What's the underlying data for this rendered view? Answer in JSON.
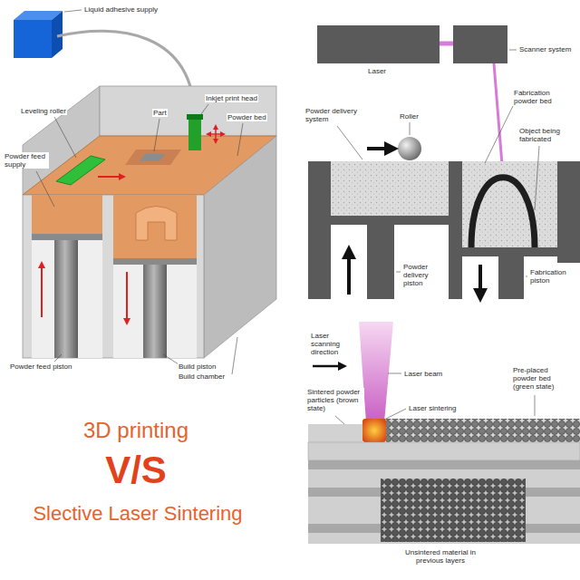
{
  "diagram": {
    "labels": [
      "Liquid adhesive supply",
      "Leveling roller",
      "Part",
      "Inkjet print head",
      "Powder bed",
      "Powder feed supply",
      "Powder feed piston",
      "Build piston",
      "Build chamber",
      "Laser",
      "Scanner system",
      "Powder delivery system",
      "Roller",
      "Fabrication powder bed",
      "Object being fabricated",
      "Powder delivery piston",
      "Fabrication piston",
      "Laser scanning direction",
      "Laser beam",
      "Pre-placed powder bed (green state)",
      "Sintered powder particles (brown state)",
      "Laser sintering",
      "Unsintered material in previous layers",
      "3D printing",
      "V/S",
      "Slective Laser Sintering"
    ]
  }
}
